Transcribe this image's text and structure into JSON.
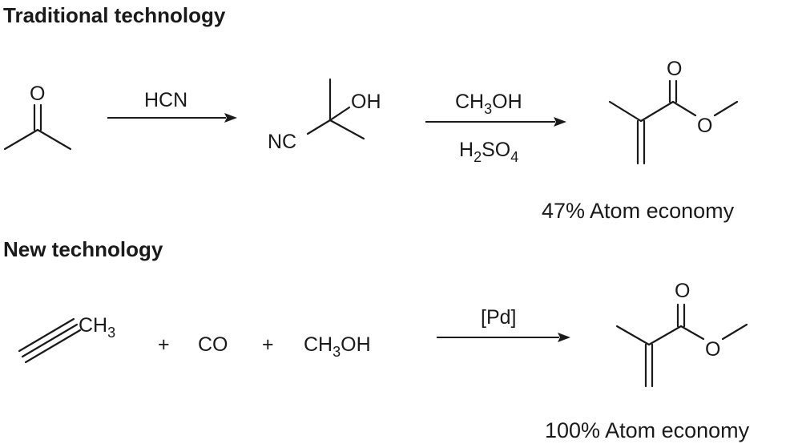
{
  "colors": {
    "traditional": "#2e3d9c",
    "new": "#1f8a1f",
    "ink": "#1a1a1a"
  },
  "traditional": {
    "heading": "Traditional technology",
    "reagent1": "HCN",
    "intermediate": {
      "oh": "OH",
      "nc": "NC"
    },
    "reagent2_top": {
      "base": "CH",
      "sub": "3",
      "tail": "OH"
    },
    "reagent2_bottom": {
      "base": "H",
      "sub1": "2",
      "mid": "SO",
      "sub2": "4"
    },
    "product": {
      "carbonyl_o": "O",
      "ester_o": "O"
    },
    "atom_economy": "47% Atom economy"
  },
  "new_tech": {
    "heading": "New technology",
    "propyne_label": {
      "base": "CH",
      "sub": "3"
    },
    "plus": "+",
    "co": "CO",
    "methanol": {
      "base": "CH",
      "sub": "3",
      "tail": "OH"
    },
    "catalyst": "[Pd]",
    "product": {
      "carbonyl_o": "O",
      "ester_o": "O"
    },
    "atom_economy": "100% Atom economy"
  }
}
